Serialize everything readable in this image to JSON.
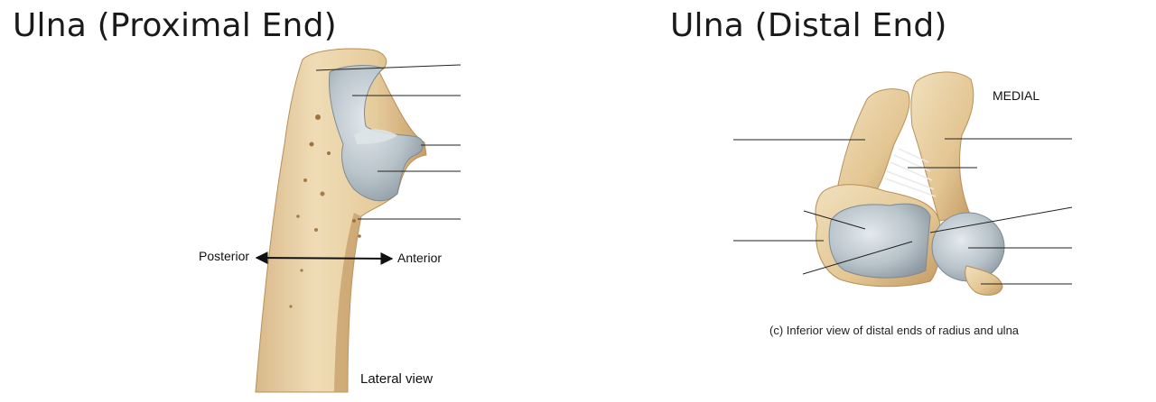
{
  "titles": {
    "proximal": "Ulna (Proximal End)",
    "distal": "Ulna (Distal End)"
  },
  "proximal_view": {
    "posterior_label": "Posterior",
    "anterior_label": "Anterior",
    "view_label": "Lateral view",
    "direction_arrow_icon": "double-headed-arrow-icon"
  },
  "distal_view": {
    "medial_label": "MEDIAL",
    "caption": "(c) Inferior view of distal ends of radius and ulna"
  },
  "colors": {
    "bone": "#e8d3a8",
    "bone_shadow": "#c9a46e",
    "cartilage": "#b9c3c9",
    "leader_line": "#222222",
    "text": "#111111"
  }
}
